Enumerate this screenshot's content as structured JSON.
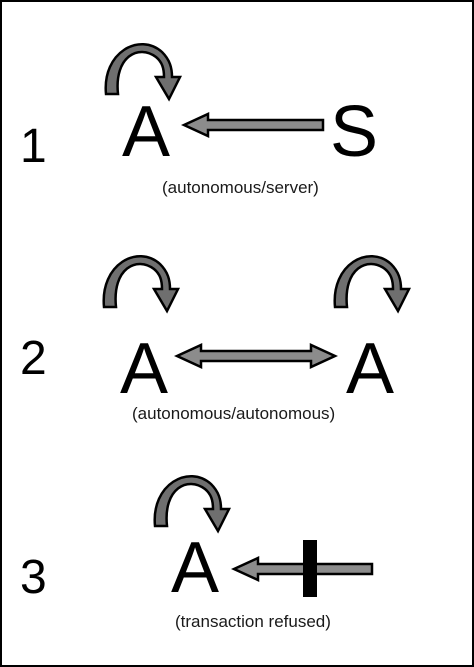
{
  "colors": {
    "arrow_fill": "#8c8c8c",
    "loop_fill": "#6f6f6f",
    "ink": "#000000",
    "background": "#ffffff"
  },
  "rows": [
    {
      "number": "1",
      "left_agent": "A",
      "right_agent": "S",
      "interaction": "arrow-to-left",
      "caption": "(autonomous/server)"
    },
    {
      "number": "2",
      "left_agent": "A",
      "right_agent": "A",
      "interaction": "double-arrow",
      "caption": "(autonomous/autonomous)"
    },
    {
      "number": "3",
      "left_agent": "A",
      "interaction": "blocked-arrow-to-left",
      "caption": "(transaction refused)"
    }
  ]
}
